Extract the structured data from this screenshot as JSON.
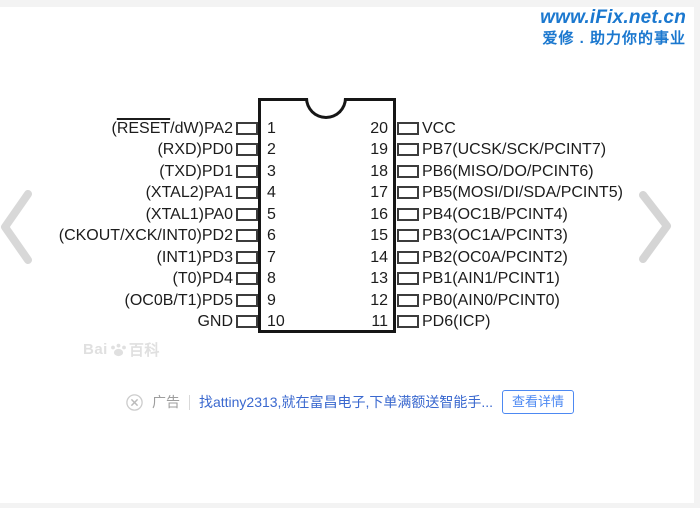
{
  "colors": {
    "brand_blue": "#1b78cf",
    "link_blue": "#3a68cf",
    "button_blue": "#4d89f2",
    "muted_gray": "#9e9e9e",
    "chevron_gray": "#d8d8d8",
    "ink": "#161616",
    "watermark_gray": "#e0e0e0"
  },
  "header": {
    "site": "www.iFix.net.cn",
    "slogan": "爱修 . 助力你的事业"
  },
  "viewer": {
    "prev_icon": "chevron-left-icon",
    "next_icon": "chevron-right-icon"
  },
  "chip": {
    "left_pins": [
      {
        "num": "1",
        "pre": "(",
        "over": "RESET",
        "post": "/dW)PA2"
      },
      {
        "num": "2",
        "label": "(RXD)PD0"
      },
      {
        "num": "3",
        "label": "(TXD)PD1"
      },
      {
        "num": "4",
        "label": "(XTAL2)PA1"
      },
      {
        "num": "5",
        "label": "(XTAL1)PA0"
      },
      {
        "num": "6",
        "label": "(CKOUT/XCK/INT0)PD2"
      },
      {
        "num": "7",
        "label": "(INT1)PD3"
      },
      {
        "num": "8",
        "label": "(T0)PD4"
      },
      {
        "num": "9",
        "label": "(OC0B/T1)PD5"
      },
      {
        "num": "10",
        "label": "GND"
      }
    ],
    "right_pins": [
      {
        "num": "20",
        "label": "VCC"
      },
      {
        "num": "19",
        "label": "PB7(UCSK/SCK/PCINT7)"
      },
      {
        "num": "18",
        "label": "PB6(MISO/DO/PCINT6)"
      },
      {
        "num": "17",
        "label": "PB5(MOSI/DI/SDA/PCINT5)"
      },
      {
        "num": "16",
        "label": "PB4(OC1B/PCINT4)"
      },
      {
        "num": "15",
        "label": "PB3(OC1A/PCINT3)"
      },
      {
        "num": "14",
        "label": "PB2(OC0A/PCINT2)"
      },
      {
        "num": "13",
        "label": "PB1(AIN1/PCINT1)"
      },
      {
        "num": "12",
        "label": "PB0(AIN0/PCINT0)"
      },
      {
        "num": "11",
        "label": "PD6(ICP)"
      }
    ]
  },
  "source_watermark": {
    "brand_left": "Bai",
    "brand_right": "百科",
    "paw_icon": "baidu-paw-icon"
  },
  "ad": {
    "close_icon": "circle-x-icon",
    "tag": "广告",
    "text": "找attiny2313,就在富昌电子,下单满额送智能手...",
    "cta": "查看详情"
  }
}
